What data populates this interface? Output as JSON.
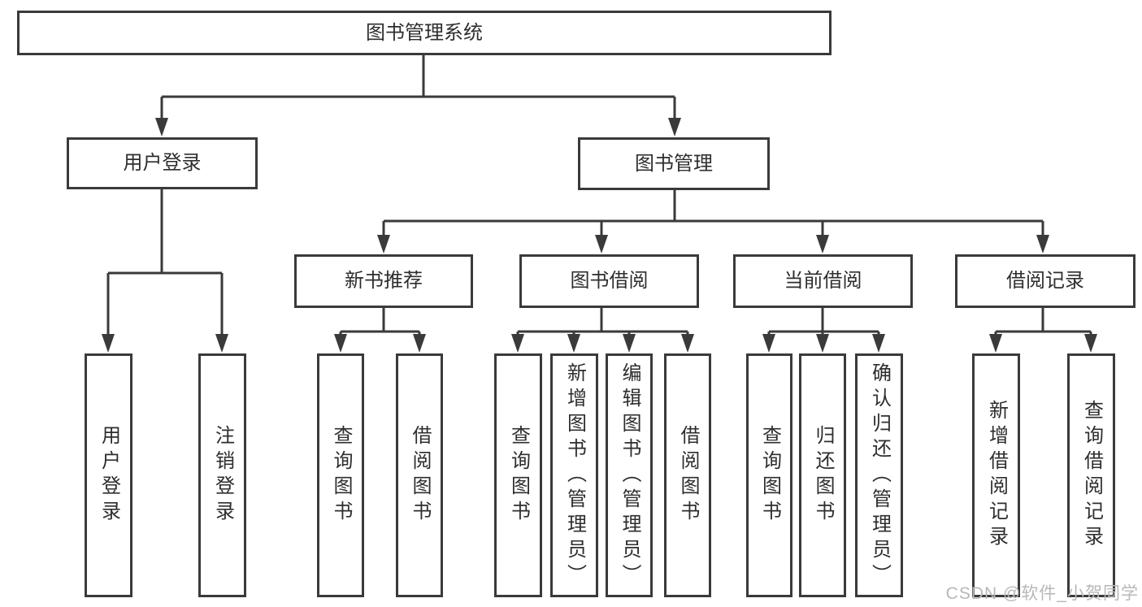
{
  "diagram": {
    "root": {
      "label": "图书管理系统"
    },
    "branches": [
      {
        "label": "用户登录",
        "children": [
          {
            "label": "用户登录"
          },
          {
            "label": "注销登录"
          }
        ]
      },
      {
        "label": "图书管理",
        "children": [
          {
            "label": "新书推荐",
            "children": [
              {
                "label": "查询图书"
              },
              {
                "label": "借阅图书"
              }
            ]
          },
          {
            "label": "图书借阅",
            "children": [
              {
                "label": "查询图书"
              },
              {
                "label": "新增图书（管理员）"
              },
              {
                "label": "编辑图书（管理员）"
              },
              {
                "label": "借阅图书"
              }
            ]
          },
          {
            "label": "当前借阅",
            "children": [
              {
                "label": "查询图书"
              },
              {
                "label": "归还图书"
              },
              {
                "label": "确认归还（管理员）"
              }
            ]
          },
          {
            "label": "借阅记录",
            "children": [
              {
                "label": "新增借阅记录"
              },
              {
                "label": "查询借阅记录"
              }
            ]
          }
        ]
      }
    ]
  },
  "watermark": {
    "text": "CSDN @软件_小贺同学"
  },
  "colors": {
    "line": "#3a3a3a",
    "text": "#2e2e2e",
    "background": "#ffffff",
    "watermark": "#b8b8b8"
  }
}
